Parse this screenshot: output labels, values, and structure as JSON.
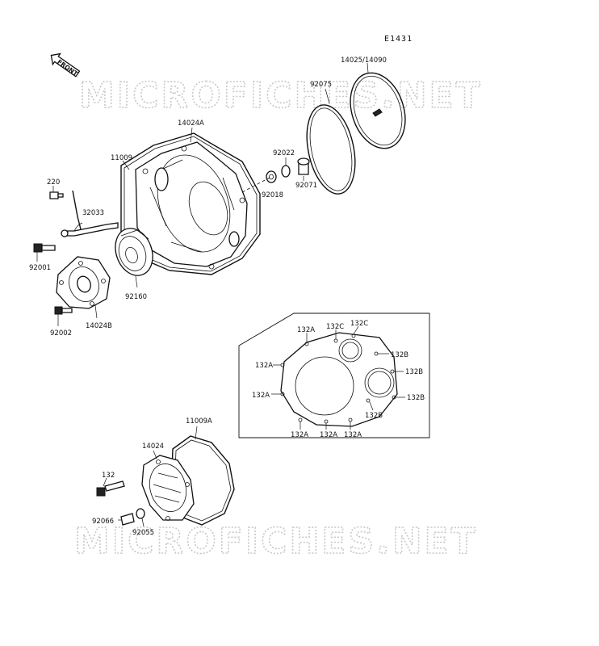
{
  "diagram_code": "E1431",
  "watermark": "MICROFICHES.NET",
  "front_label": "FRONT",
  "parts": {
    "p14025": "14025/14090",
    "p92075": "92075",
    "p14024A": "14024A",
    "p11009": "11009",
    "p92022": "92022",
    "p92018": "92018",
    "p92071": "92071",
    "p220": "220",
    "p32033": "32033",
    "p92001": "92001",
    "p92160": "92160",
    "p92002": "92002",
    "p14024B": "14024B",
    "p11009A": "11009A",
    "p14024": "14024",
    "p132": "132",
    "p92066": "92066",
    "p92055": "92055"
  },
  "bolts": {
    "b132A": "132A",
    "b132B": "132B",
    "b132C": "132C"
  }
}
